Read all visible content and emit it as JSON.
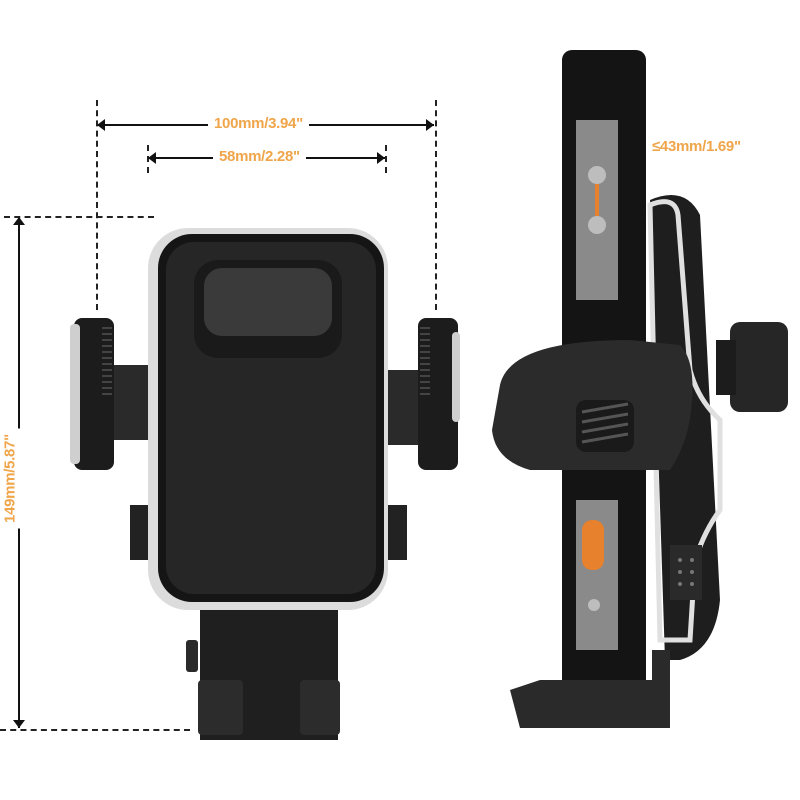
{
  "dimensions": {
    "width_outer": "100mm/3.94\"",
    "width_inner": "58mm/2.28\"",
    "height": "149mm/5.87\"",
    "depth": "≤43mm/1.69\""
  },
  "colors": {
    "label": "#F0A54A",
    "product_black": "#1e1e1e",
    "trim_silver": "#d9d9d9",
    "phone_accent_orange": "#E8812D"
  },
  "views": {
    "front": "car-phone-holder-front-view",
    "side": "car-phone-holder-side-view-with-phone"
  }
}
